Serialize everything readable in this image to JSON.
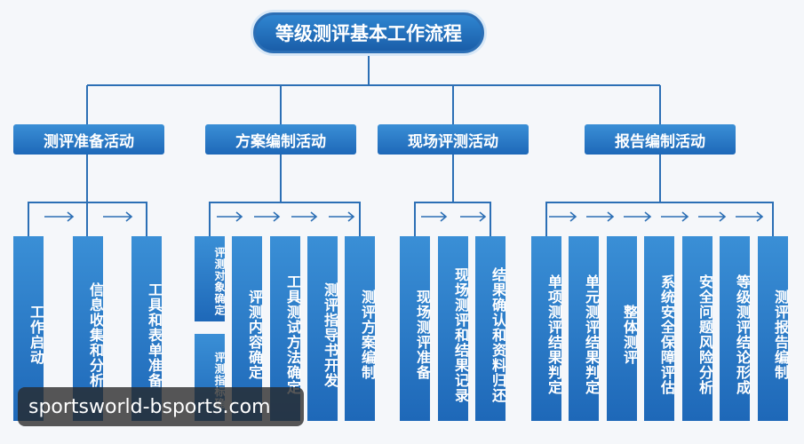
{
  "root": "等级测评基本工作流程",
  "categories": [
    {
      "label": "测评准备活动",
      "steps": [
        "工作启动",
        "信息收集和分析",
        "工具和表单准备"
      ]
    },
    {
      "label": "方案编制活动",
      "steps": [
        "评测对象确定",
        "评测指标确",
        "评测内容确定",
        "工具测试方法确定",
        "测评指导书开发",
        "测评方案编制"
      ]
    },
    {
      "label": "现场评测活动",
      "steps": [
        "现场测评准备",
        "现场测评和结果记录",
        "结果确认和资料归还"
      ]
    },
    {
      "label": "报告编制活动",
      "steps": [
        "单项测评结果判定",
        "单元测评结果判定",
        "整体测评",
        "系统安全保障评估",
        "安全问题风险分析",
        "等级测评结论形成",
        "测评报告编制"
      ]
    }
  ],
  "watermark": "sportsworld-bsports.com",
  "colors": {
    "box": "#1e68b8",
    "line": "#2c6fb5",
    "background": "#f5f7fa"
  }
}
